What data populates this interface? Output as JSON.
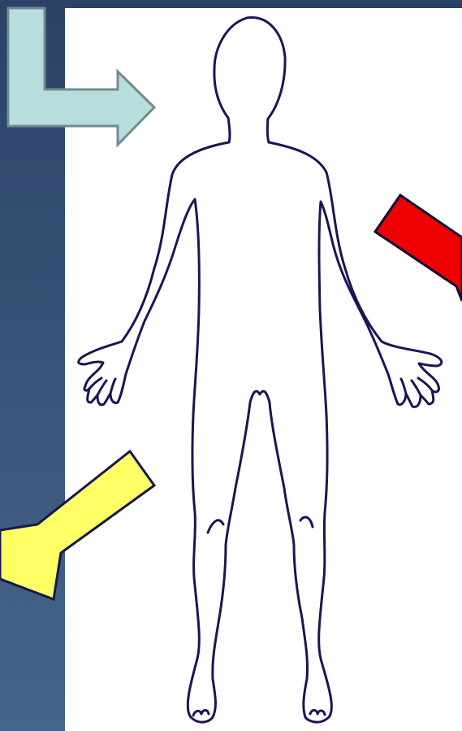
{
  "slide": {
    "background_top": "#2b4266",
    "background_bottom": "#46658a",
    "panel_color": "#ffffff"
  },
  "figure": {
    "subject": "human-body-outline-front-view",
    "outline_color": "#1b1553"
  },
  "arrows": [
    {
      "name": "light-blue-bent-arrow",
      "fill": "#b7dedd",
      "stroke": "#748a93",
      "direction": "down-then-right"
    },
    {
      "name": "red-arrow",
      "fill": "#ee0000",
      "stroke": "#0c0c36",
      "direction": "down-right"
    },
    {
      "name": "yellow-arrow",
      "fill": "#ffff66",
      "stroke": "#16184a",
      "direction": "down-left"
    }
  ]
}
